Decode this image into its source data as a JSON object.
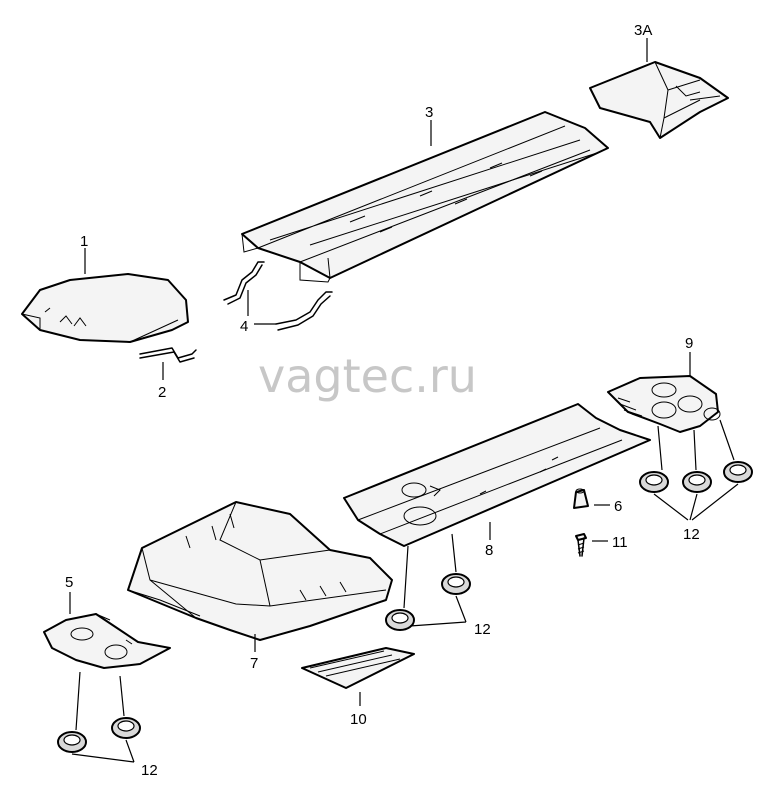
{
  "watermark": "vagtec.ru",
  "callouts": {
    "c1": "1",
    "c2": "2",
    "c3": "3",
    "c3a": "3A",
    "c4": "4",
    "c5": "5",
    "c6": "6",
    "c7": "7",
    "c8": "8",
    "c9": "9",
    "c10": "10",
    "c11": "11",
    "c12a": "12",
    "c12b": "12",
    "c12c": "12"
  },
  "colors": {
    "line": "#000000",
    "watermark": "#c7c7c7",
    "background": "#ffffff"
  }
}
